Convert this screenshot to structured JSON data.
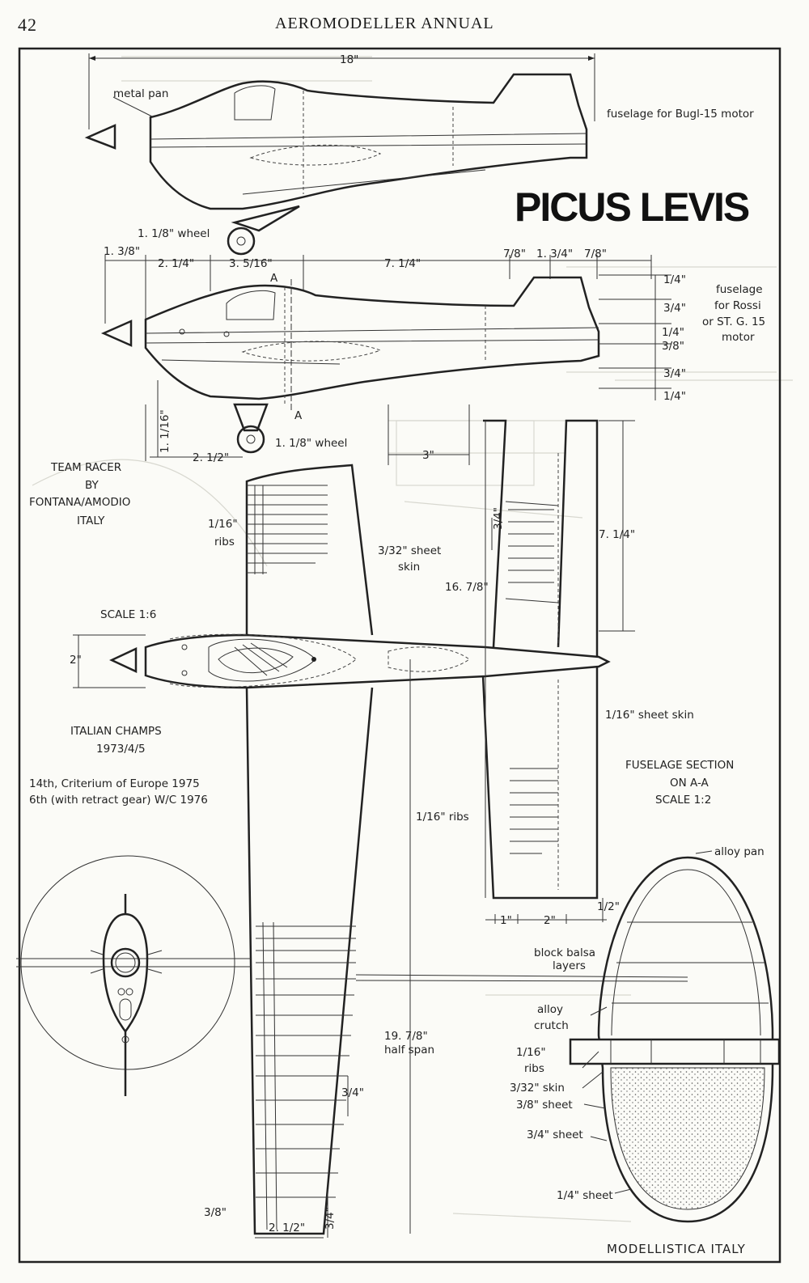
{
  "header": {
    "page_number": "42",
    "title": "AEROMODELLER ANNUAL"
  },
  "footer": "MODELLISTICA   ITALY",
  "plan_title": "PICUS LEVIS",
  "labels": {
    "overall_length": "18\"",
    "metal_pan": "metal pan",
    "fuselage_bugl": "fuselage for Bugl-15 motor",
    "wheel_top": "1. 1/8\" wheel",
    "d_1_3_8": "1. 3/8\"",
    "d_2_1_4": "2. 1/4\"",
    "d_3_5_16": "3. 5/16\"",
    "d_7_1_4": "7. 1/4\"",
    "d_7_8_a": "7/8\"",
    "d_1_3_4": "1. 3/4\"",
    "d_7_8_b": "7/8\"",
    "section_mark": "A",
    "v_1_4_a": "1/4\"",
    "v_3_4_a": "3/4\"",
    "v_1_4_b": "1/4\"",
    "v_3_8": "3/8\"",
    "v_3_4_b": "3/4\"",
    "v_1_4_c": "1/4\"",
    "fus_rossi_1": "fuselage",
    "fus_rossi_2": "for Rossi",
    "fus_rossi_3": "or ST. G. 15",
    "fus_rossi_4": "motor",
    "d_1_1_16": "1. 1/16\"",
    "wheel_bottom": "1. 1/8\" wheel",
    "d_2_1_2_a": "2. 1/2\"",
    "d_3": "3\"",
    "team_1": "TEAM RACER",
    "team_2": "BY",
    "team_3": "FONTANA/AMODIO",
    "team_4": "ITALY",
    "ribs_1": "1/16\"",
    "ribs_2": "ribs",
    "skin_1": "3/32\" sheet",
    "skin_2": "skin",
    "tail_3_4": "3/4\"",
    "tail_7_1_4": "7. 1/4\"",
    "tail_16_7_8": "16. 7/8\"",
    "scale_1_6": "SCALE 1:6",
    "width_2": "2\"",
    "sheet_skin": "1/16\" sheet skin",
    "champs_1": "ITALIAN CHAMPS",
    "champs_2": "1973/4/5",
    "results_1": "14th, Criterium of Europe 1975",
    "results_2": "6th (with retract gear) W/C 1976",
    "section_1": "FUSELAGE SECTION",
    "section_2": "ON A-A",
    "section_3": "SCALE 1:2",
    "ribs_lower": "1/16\" ribs",
    "alloy_pan": "alloy pan",
    "tail_1": "1\"",
    "tail_2": "2\"",
    "tail_1_2": "1/2\"",
    "block_1": "block balsa",
    "block_2": "layers",
    "alloy_1": "alloy",
    "alloy_2": "crutch",
    "sec_ribs_1": "1/16\"",
    "sec_ribs_2": "ribs",
    "sec_skin": "3/32\" skin",
    "sec_3_8": "3/8\" sheet",
    "sec_3_4": "3/4\" sheet",
    "sec_1_4": "1/4\" sheet",
    "half_1": "19. 7/8\"",
    "half_2": "half span",
    "wing_3_4": "3/4\"",
    "wing_3_4_v": "3/4\"",
    "wing_3_8": "3/8\"",
    "wing_2_1_2": "2. 1/2\""
  }
}
